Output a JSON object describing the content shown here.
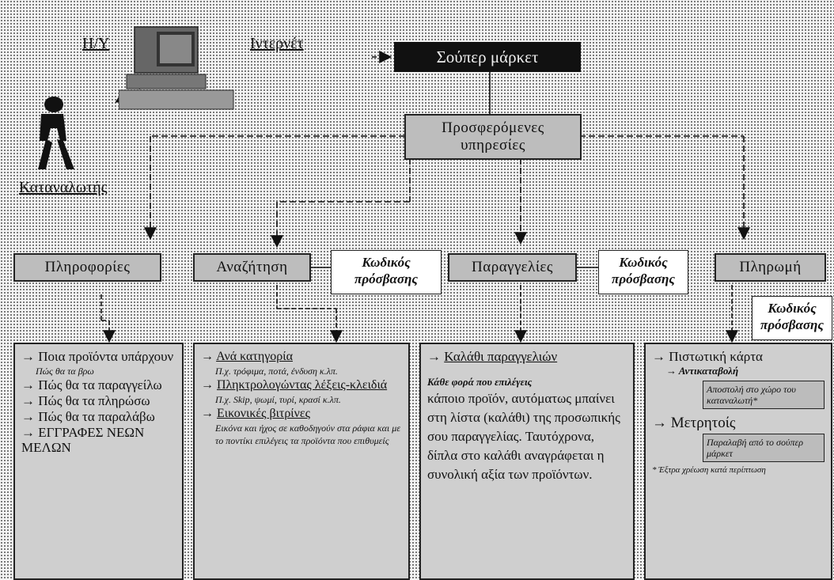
{
  "top": {
    "computer_label": "Η/Υ",
    "internet_label": "Ιντερνέτ",
    "consumer_label": "Καταναλωτής",
    "supermarket": "Σούπερ μάρκετ",
    "services": "Προσφερόμενες υπηρεσίες"
  },
  "sections": {
    "info": {
      "title": "Πληροφορίες",
      "items": [
        {
          "text": "Ποια προϊόντα υπάρχουν",
          "bullet": true
        },
        {
          "text": "Πώς θα τα βρω",
          "bullet": false,
          "small": true
        },
        {
          "text": "Πώς θα τα παραγγείλω",
          "bullet": true
        },
        {
          "text": "Πώς θα τα πληρώσω",
          "bullet": true
        },
        {
          "text": "Πώς θα τα παραλάβω",
          "bullet": true
        },
        {
          "text": "ΕΓΓΡΑΦΕΣ ΝΕΩΝ ΜΕΛΩΝ",
          "bullet": true
        }
      ]
    },
    "search": {
      "title": "Αναζήτηση",
      "code": "Κωδικός πρόσβασης",
      "items": [
        {
          "text": "Ανά κατηγορία",
          "bullet": true,
          "underline": true
        },
        {
          "text": "Π.χ. τρόφιμα, ποτά, ένδυση κ.λπ.",
          "bullet": false,
          "small": true
        },
        {
          "text": "Πληκτρολογώντας λέξεις-κλειδιά",
          "bullet": true,
          "underline": true
        },
        {
          "text": "Π.χ. Skip, ψωμί, τυρί, κρασί κ.λπ.",
          "bullet": false,
          "small": true
        },
        {
          "text": "Εικονικές βιτρίνες",
          "bullet": true,
          "underline": true
        },
        {
          "text": "Εικόνα και ήχος σε καθοδηγούν στα ράφια και με το ποντίκι επιλέγεις τα προϊόντα που επιθυμείς",
          "bullet": false,
          "small": true
        }
      ]
    },
    "orders": {
      "title": "Παραγγελίες",
      "code": "Κωδικός πρόσβασης",
      "cart": "Καλάθι παραγγελιών",
      "desc_lead": "Κάθε φορά που επιλέγεις",
      "desc": "κάποιο προϊόν, αυτόματως μπαίνει στη λίστα (καλάθι) της προσωπικής σου παραγγελίας. Ταυτόχρονα, δίπλα στο καλάθι αναγράφεται η συνολική αξία των προϊόντων."
    },
    "payment": {
      "title": "Πληρωμή",
      "code": "Κωδικός πρόσβασης",
      "credit": "Πιστωτική κάρτα",
      "cod": "Αντικαταβολή",
      "delivery": "Αποστολή στο χώρο του καταναλωτή*",
      "cash": "Μετρητοίς",
      "pickup": "Παραλαβή από το σούπερ μάρκετ",
      "note": "* Έξτρα χρέωση κατά περίπτωση"
    }
  }
}
